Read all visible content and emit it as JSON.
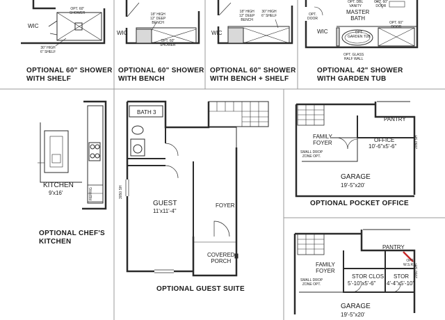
{
  "captions": {
    "shower_shelf": [
      "OPTIONAL 60\" SHOWER",
      "WITH SHELF"
    ],
    "shower_bench": [
      "OPTIONAL 60\" SHOWER",
      "WITH BENCH"
    ],
    "shower_bench_shelf": [
      "OPTIONAL 60\" SHOWER",
      "WITH BENCH + SHELF"
    ],
    "shower_garden_tub": [
      "OPTIONAL 42\" SHOWER",
      "WITH GARDEN TUB"
    ],
    "chefs_kitchen": [
      "OPTIONAL CHEF'S",
      "KITCHEN"
    ],
    "guest_suite": "OPTIONAL GUEST SUITE",
    "pocket_office": "OPTIONAL POCKET OFFICE"
  },
  "panel_shelf": {
    "wic": "WIC",
    "opt_60": [
      "OPT. 60\"",
      "SHOWER"
    ],
    "shelf_note": [
      "30\" HIGH",
      "6\" SHELF"
    ]
  },
  "panel_bench": {
    "wic": "WIC",
    "bench_note": [
      "18\" HIGH",
      "12\" DEEP",
      "BENCH"
    ],
    "opt_60": [
      "OPT. 60\"",
      "SHOWER"
    ]
  },
  "panel_bench_shelf": {
    "wic": "WIC",
    "bench_note": [
      "18\" HIGH",
      "12\" DEEP",
      "BENCH"
    ],
    "shelf_note": [
      "30\" HIGH",
      "6\" SHELF"
    ]
  },
  "panel_tub": {
    "opt_dbl_vanity": [
      "OPT. DBL",
      "VANITY"
    ],
    "opt_60_door_top": [
      "OPT. 60\"",
      "DOOR"
    ],
    "opt_door_left": [
      "OPT.",
      "DOOR"
    ],
    "master_bath": [
      "MASTER",
      "BATH"
    ],
    "wic": "WIC",
    "opt_garden_tub": [
      "OPT.",
      "GARDEN TUB"
    ],
    "opt_60_door": [
      "OPT. 60\"",
      "DOOR"
    ],
    "glass_wall": [
      "OPT. GLASS",
      "HALF WALL"
    ]
  },
  "kitchen": {
    "name": "KITCHEN",
    "dims": "9'x16'",
    "refrig": "REFRIG"
  },
  "guest_suite": {
    "bath": "BATH 3",
    "guest": "GUEST",
    "guest_dims": "11'x11'-4\"",
    "foyer": "FOYER",
    "porch": [
      "COVERED",
      "PORCH"
    ],
    "window": "3050 SH"
  },
  "office_plan": {
    "pantry": "PANTRY",
    "family_foyer": [
      "FAMILY",
      "FOYER"
    ],
    "small_drop_zone": [
      "SMALL DROP",
      "ZONE OPT."
    ],
    "office": "OFFICE",
    "office_dims": "10'-6\"x5'-6\"",
    "garage": "GARAGE",
    "garage_dims": "19'-5\"x20'",
    "window": "2050 SH"
  },
  "storage_plan": {
    "pantry": "PANTRY",
    "family_foyer": [
      "FAMILY",
      "FOYER"
    ],
    "small_drop_zone": [
      "SMALL DROP",
      "ZONE OPT."
    ],
    "stor_clos": "STOR CLOS",
    "stor_clos_dims": "5'-10\"x5'-6\"",
    "stor": "STOR",
    "stor_dims": "4'-4\"x5'-10\"",
    "opt": [
      "OPT.",
      "W.S.R.V."
    ],
    "garage": "GARAGE",
    "garage_dims": "19'-5\"x20'",
    "window": "2050 SH"
  }
}
